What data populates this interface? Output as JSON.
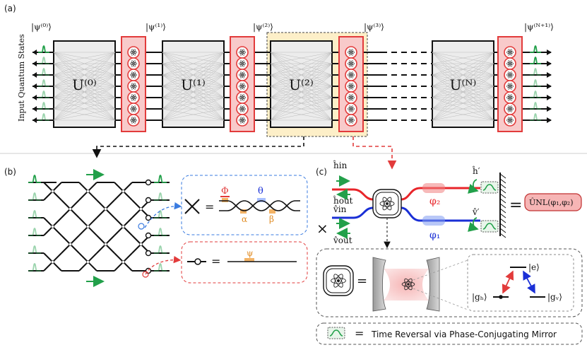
{
  "panels": {
    "a": {
      "label": "(a)",
      "ylabel": "Input Quantum States",
      "states": [
        "|ψ⁽⁰⁾⟩",
        "|ψ⁽¹⁾⟩",
        "|ψ⁽²⁾⟩",
        "|ψ⁽³⁾⟩",
        "|ψ⁽ᴺ⁺¹⁾⟩"
      ],
      "unitaries": [
        "U⁽⁰⁾",
        "U⁽¹⁾",
        "U⁽²⁾",
        "U⁽ᴺ⁾"
      ]
    },
    "b": {
      "label": "(b)",
      "equals": "=",
      "phi": "Φ",
      "theta": "θ",
      "alpha": "α",
      "beta": "β",
      "psi": "ψ"
    },
    "c": {
      "label": "(c)",
      "h_in": "ĥin",
      "h_out": "ĥout",
      "v_in": "v̂in",
      "v_out": "v̂out",
      "h_prime": "ĥ′",
      "v_prime": "v̂′",
      "phi2": "φ₂",
      "phi1": "φ₁",
      "equals": "=",
      "unl": "ÛNL(φ₁,φ₂)",
      "times": "×",
      "state_e": "|e⟩",
      "state_gh": "|gₕ⟩",
      "state_gv": "|gᵥ⟩",
      "legend_equals": "=",
      "legend_text": "Time Reversal via Phase-Conjugating Mirror"
    }
  },
  "colors": {
    "nonlinear_fill": "#f8caca",
    "nonlinear_stroke": "#e23b3b",
    "wave_green": "#22a04a",
    "h_line": "#e8252a",
    "v_line": "#1a2fd6",
    "highlight": "#fdefc8",
    "phase_orange": "#f0a040",
    "phase_blue": "#9fb8ff"
  }
}
